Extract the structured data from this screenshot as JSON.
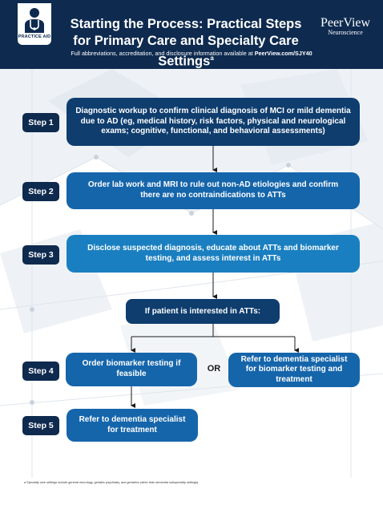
{
  "header": {
    "badge_label": "PRACTICE AID",
    "title_line1": "Starting the Process: Practical Steps",
    "title_line2": "for Primary Care and Specialty Care Settings",
    "title_sup": "a",
    "brand_name": "PeerView",
    "brand_sub": "Neuroscience",
    "subline_text": "Full abbreviations, accreditation, and disclosure information available at",
    "subline_link": "PeerView.com/SJY40"
  },
  "steps": {
    "step1": {
      "label": "Step 1",
      "text": "Diagnostic workup to confirm clinical diagnosis of MCI or mild dementia due to AD (eg, medical history, risk factors, physical and neurological exams; cognitive, functional, and behavioral assessments)"
    },
    "step2": {
      "label": "Step 2",
      "text": "Order lab work and MRI to rule out non-AD etiologies and confirm there are no contraindications to ATTs"
    },
    "step3": {
      "label": "Step 3",
      "text": "Disclose suspected diagnosis, educate about ATTs and biomarker testing, and assess interest in ATTs"
    },
    "decision": {
      "text": "If patient is interested in ATTs:"
    },
    "step4": {
      "label": "Step 4",
      "left_text": "Order biomarker testing if feasible",
      "or_text": "OR",
      "right_text": "Refer to dementia specialist for biomarker testing and treatment"
    },
    "step5": {
      "label": "Step 5",
      "text": "Refer to dementia specialist for treatment"
    }
  },
  "footnote": "a Specialty care settings include general neurology, geriatric psychiatry, and geriatrics (other than dementia subspecialty settings).",
  "colors": {
    "navy": "#0e2a4f",
    "dark_blue": "#0e3d6e",
    "mid_blue": "#1565ab",
    "light_blue": "#1a7fc0"
  }
}
